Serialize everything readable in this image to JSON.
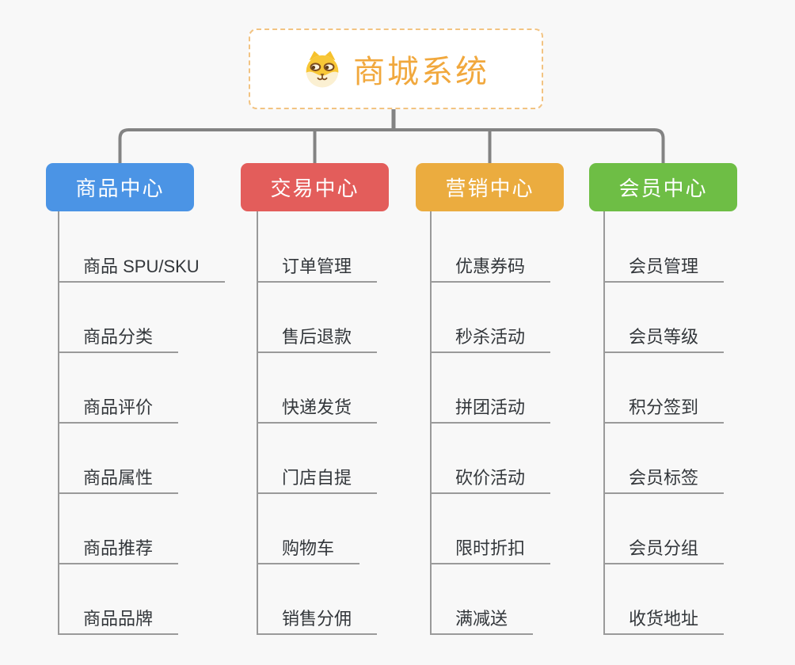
{
  "page": {
    "background_color": "#F8F8F8"
  },
  "root": {
    "title": "商城系统",
    "icon": "dog-face-icon",
    "title_color": "#F1A83D",
    "border_color": "#F2C382"
  },
  "colors": {
    "connector": "#838383",
    "branch_line": "#9A9A9A",
    "leaf_text": "#33373B"
  },
  "branches": [
    {
      "label": "商品中心",
      "color": "#4B94E5",
      "items": [
        "商品 SPU/SKU",
        "商品分类",
        "商品评价",
        "商品属性",
        "商品推荐",
        "商品品牌"
      ]
    },
    {
      "label": "交易中心",
      "color": "#E35D5B",
      "items": [
        "订单管理",
        "售后退款",
        "快递发货",
        "门店自提",
        "购物车",
        "销售分佣"
      ]
    },
    {
      "label": "营销中心",
      "color": "#EBAC3F",
      "items": [
        "优惠券码",
        "秒杀活动",
        "拼团活动",
        "砍价活动",
        "限时折扣",
        "满减送"
      ]
    },
    {
      "label": "会员中心",
      "color": "#6EBE45",
      "items": [
        "会员管理",
        "会员等级",
        "积分签到",
        "会员标签",
        "会员分组",
        "收货地址"
      ]
    }
  ]
}
